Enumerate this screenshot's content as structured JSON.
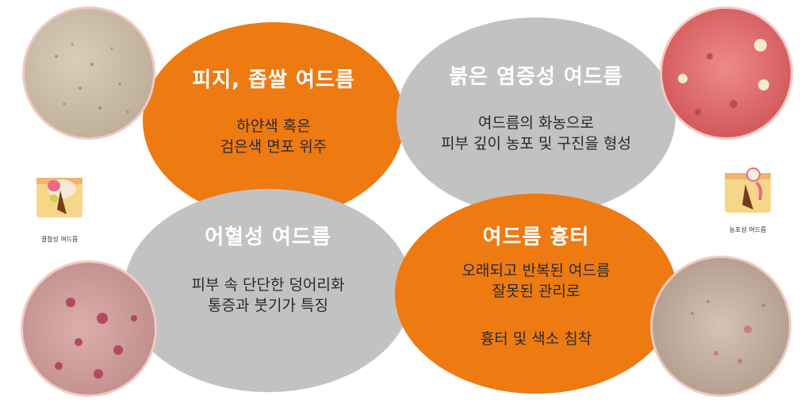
{
  "cards": [
    {
      "title": "피지, 좁쌀 여드름",
      "lines": [
        "하얀색 혹은",
        "검은색 면포 위주"
      ]
    },
    {
      "title": "붉은 염증성 여드름",
      "lines": [
        "여드름의 화농으로",
        "피부 깊이 농포 및 구진을 형성"
      ]
    },
    {
      "title": "어혈성 여드름",
      "lines": [
        "피부 속 단단한 덩어리화",
        "통증과 붓기가 특징"
      ]
    },
    {
      "title": "여드름 흉터",
      "lines": [
        "오래되고 반복된 여드름",
        "잘못된 관리로",
        "흉터 및 색소 침착"
      ]
    }
  ],
  "diagrams": [
    {
      "label": "결절성 여드름"
    },
    {
      "label": "농포성 여드름"
    }
  ],
  "colors": {
    "orange": "#ee7a12",
    "grey": "#c2c2c2",
    "photo_border": "#f2c9c4"
  }
}
